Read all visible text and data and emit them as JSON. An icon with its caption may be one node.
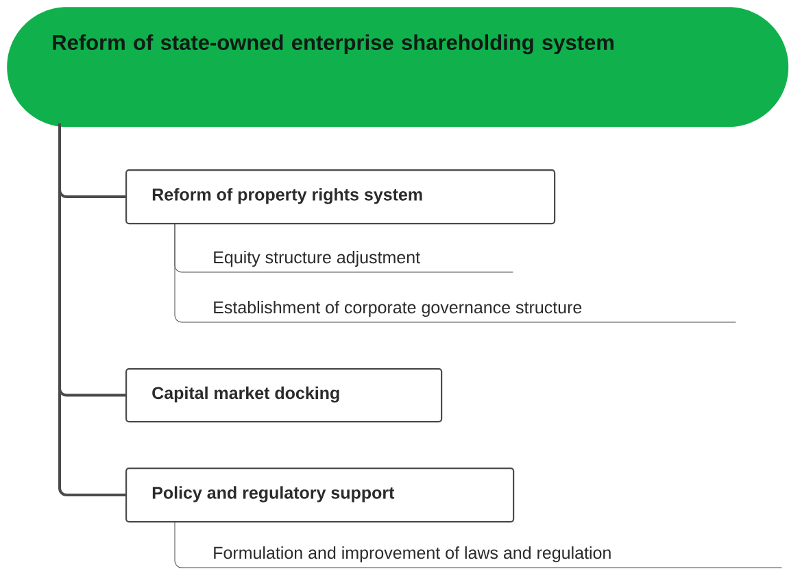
{
  "diagram": {
    "nodes": [
      {
        "text": [
          "Reform of state-owned enterprise shareholding system"
        ]
      },
      {
        "text": [
          "Reform of property rights system"
        ]
      },
      {
        "text": [
          "Equity structure adjustment"
        ]
      },
      {
        "text": [
          "Establishment of corporate governance structure"
        ]
      },
      {
        "text": [
          "Capital market docking"
        ]
      },
      {
        "text": [
          "Policy and regulatory support"
        ]
      },
      {
        "text": [
          "Formulation and improvement of laws and regulation"
        ]
      }
    ],
    "edges": [
      {
        "from": 0,
        "to": 1,
        "arrow": "none",
        "style": "thick"
      },
      {
        "from": 1,
        "to": 2,
        "arrow": "none"
      },
      {
        "from": 1,
        "to": 3,
        "arrow": "none"
      },
      {
        "from": 0,
        "to": 4,
        "arrow": "none",
        "style": "thick"
      },
      {
        "from": 0,
        "to": 5,
        "arrow": "none",
        "style": "thick"
      },
      {
        "from": 5,
        "to": 6,
        "arrow": "none"
      }
    ]
  }
}
